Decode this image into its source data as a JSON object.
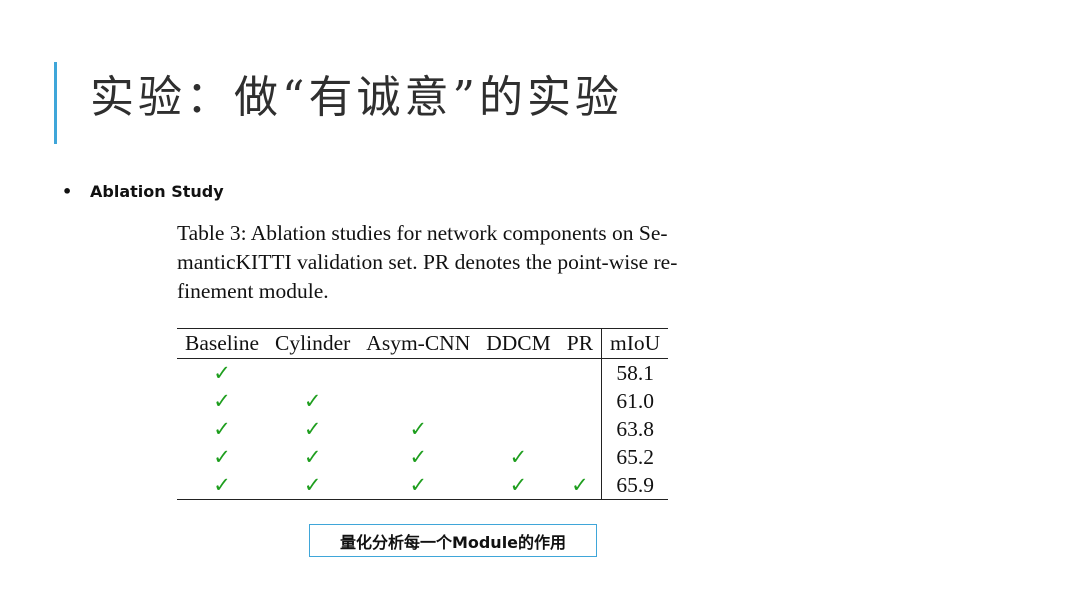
{
  "slide": {
    "title": "实验：做“有诚意”的实验",
    "bullet": "Ablation Study"
  },
  "caption": {
    "lines": [
      "Table 3: Ablation studies for network components on Se-",
      "manticKITTI validation set. PR denotes the point-wise re-",
      "finement module."
    ]
  },
  "table": {
    "headers": [
      "Baseline",
      "Cylinder",
      "Asym-CNN",
      "DDCM",
      "PR",
      "mIoU"
    ],
    "check_symbol": "✓",
    "check_color": "#1e9e1e",
    "rows": [
      {
        "checks": [
          true,
          false,
          false,
          false,
          false
        ],
        "miou": "58.1"
      },
      {
        "checks": [
          true,
          true,
          false,
          false,
          false
        ],
        "miou": "61.0"
      },
      {
        "checks": [
          true,
          true,
          true,
          false,
          false
        ],
        "miou": "63.8"
      },
      {
        "checks": [
          true,
          true,
          true,
          true,
          false
        ],
        "miou": "65.2"
      },
      {
        "checks": [
          true,
          true,
          true,
          true,
          true
        ],
        "miou": "65.9"
      }
    ]
  },
  "callout": {
    "text": "量化分析每一个Module的作用",
    "border_color": "#3fa6d9"
  },
  "colors": {
    "accent": "#3fa6d9"
  }
}
